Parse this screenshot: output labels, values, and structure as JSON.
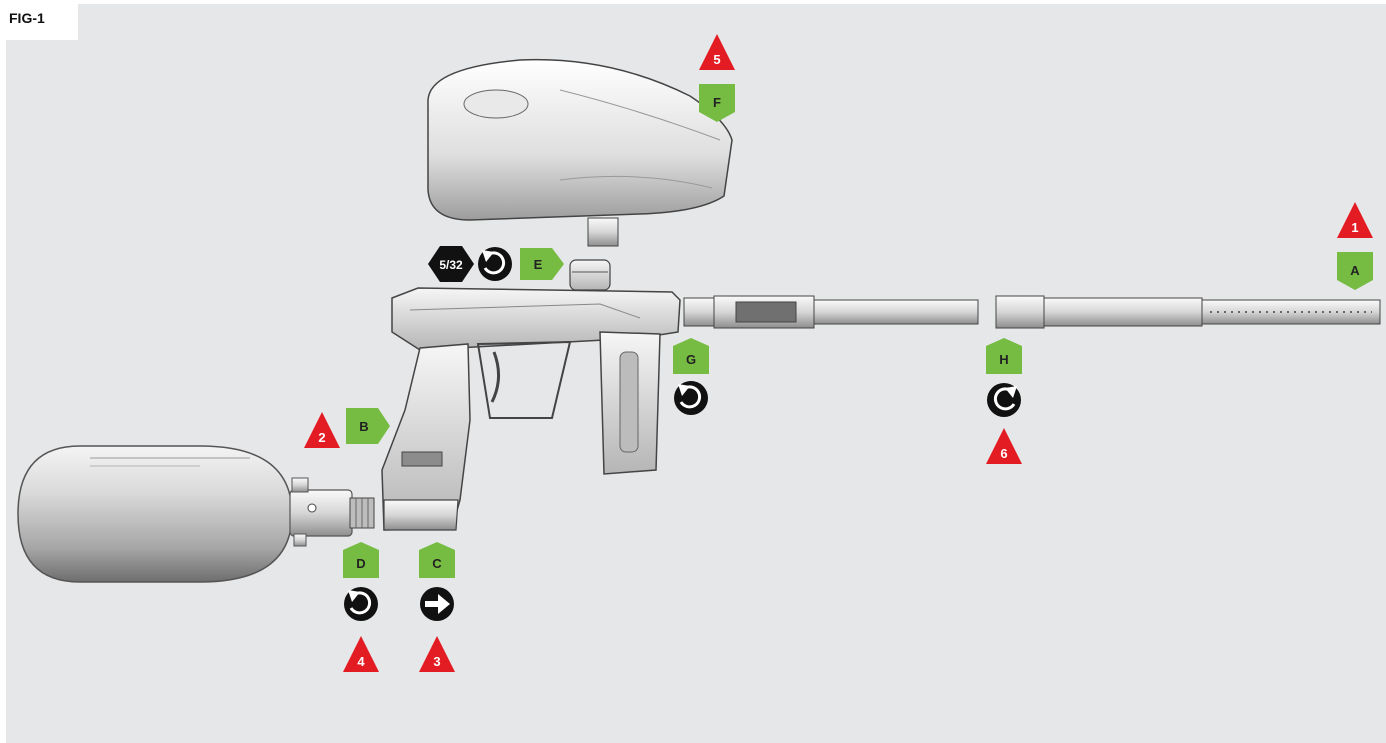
{
  "figure": {
    "label": "FIG-1"
  },
  "colors": {
    "background": "#e6e7e8",
    "step_marker": "#e31b23",
    "part_label": "#76bc43",
    "action_icon": "#111111",
    "metal_light": "#f0f0f0",
    "metal_dark": "#8c8c8c"
  },
  "steps": [
    {
      "number": "1",
      "part": "A",
      "part_name": "barrel tip"
    },
    {
      "number": "2",
      "part": "B",
      "part_name": "marker body"
    },
    {
      "number": "3",
      "part": "C",
      "part_name": "air adapter"
    },
    {
      "number": "4",
      "part": "D",
      "part_name": "air tank"
    },
    {
      "number": "5",
      "part": "F",
      "part_name": "loader"
    },
    {
      "number": "6",
      "part": "H",
      "part_name": "barrel back"
    }
  ],
  "parts": [
    {
      "letter": "A",
      "icon": "down-arrow-tag"
    },
    {
      "letter": "B",
      "icon": "right-arrow-tag"
    },
    {
      "letter": "C",
      "icon": "up-arrow-tag",
      "action": "push-right-icon"
    },
    {
      "letter": "D",
      "icon": "up-arrow-tag",
      "action": "rotate-counterclockwise-icon"
    },
    {
      "letter": "E",
      "icon": "right-arrow-tag",
      "action": "rotate-counterclockwise-icon",
      "tool": "5/32"
    },
    {
      "letter": "F",
      "icon": "down-arrow-tag"
    },
    {
      "letter": "G",
      "icon": "up-arrow-tag",
      "action": "rotate-counterclockwise-icon"
    },
    {
      "letter": "H",
      "icon": "up-arrow-tag",
      "action": "rotate-clockwise-icon"
    }
  ],
  "tool": {
    "label": "5/32",
    "icon": "hex-key-icon"
  }
}
